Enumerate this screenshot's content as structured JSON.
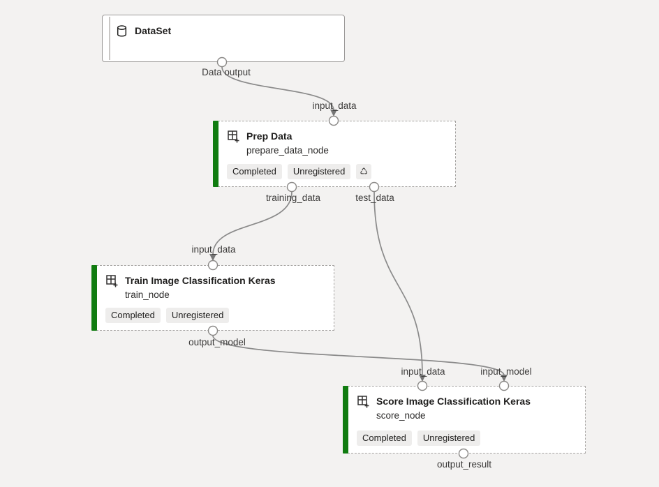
{
  "canvas": {
    "background_color": "#f3f2f1",
    "accent_green": "#107c10",
    "edge_color": "#8a8a8a",
    "badge_bg": "#eeedec"
  },
  "nodes": [
    {
      "title": "DataSet",
      "icon": "database-icon",
      "type": "dataset"
    },
    {
      "title": "Prep Data",
      "subtitle": "prepare_data_node",
      "icon": "component-icon",
      "status_color": "#107c10",
      "badges": [
        "Completed",
        "Unregistered"
      ],
      "extra_badge_icon": "recycle-icon",
      "recycle_glyph": "♺"
    },
    {
      "title": "Train Image Classification Keras",
      "subtitle": "train_node",
      "icon": "component-icon",
      "status_color": "#107c10",
      "badges": [
        "Completed",
        "Unregistered"
      ]
    },
    {
      "title": "Score Image Classification Keras",
      "subtitle": "score_node",
      "icon": "component-icon",
      "status_color": "#107c10",
      "badges": [
        "Completed",
        "Unregistered"
      ]
    }
  ],
  "port_labels": [
    "Data output",
    "input_data",
    "training_data",
    "test_data",
    "input_data",
    "output_model",
    "input_data",
    "input_model",
    "output_result"
  ],
  "edges": [
    {
      "from": "DataSet / Data output",
      "to": "Prep Data / input_data"
    },
    {
      "from": "Prep Data / training_data",
      "to": "Train Image Classification Keras / input_data"
    },
    {
      "from": "Prep Data / test_data",
      "to": "Score Image Classification Keras / input_data"
    },
    {
      "from": "Train Image Classification Keras / output_model",
      "to": "Score Image Classification Keras / input_model"
    }
  ]
}
